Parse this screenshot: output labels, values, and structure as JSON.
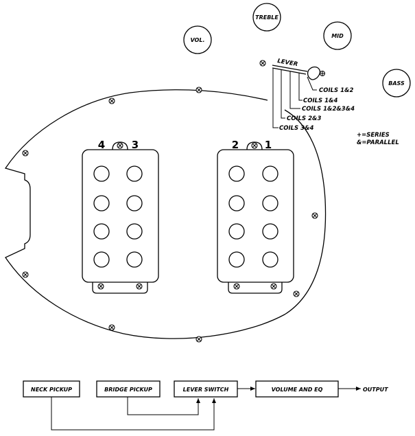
{
  "knobs": {
    "volume": "VOL.",
    "treble": "TREBLE",
    "mid": "MID",
    "bass": "BASS"
  },
  "lever": {
    "label": "LEVER",
    "positions": [
      "COILS 1&2",
      "COILS 1&4",
      "COILS 1&2&3&4",
      "COILS 2&3",
      "COILS 3&4"
    ]
  },
  "legend": {
    "series": "+=SERIES",
    "parallel": "&=PARALLEL"
  },
  "neck_pickup_coils": [
    "4",
    "3"
  ],
  "bridge_pickup_coils": [
    "2",
    "1"
  ],
  "signal_flow": {
    "neck": "NECK PICKUP",
    "bridge": "BRIDGE PICKUP",
    "switch": "LEVER SWITCH",
    "eq": "VOLUME AND EQ",
    "output": "OUTPUT"
  },
  "icons": [
    "screw-icon",
    "pole-piece-icon",
    "lever-tip-icon",
    "arrow-icon"
  ]
}
